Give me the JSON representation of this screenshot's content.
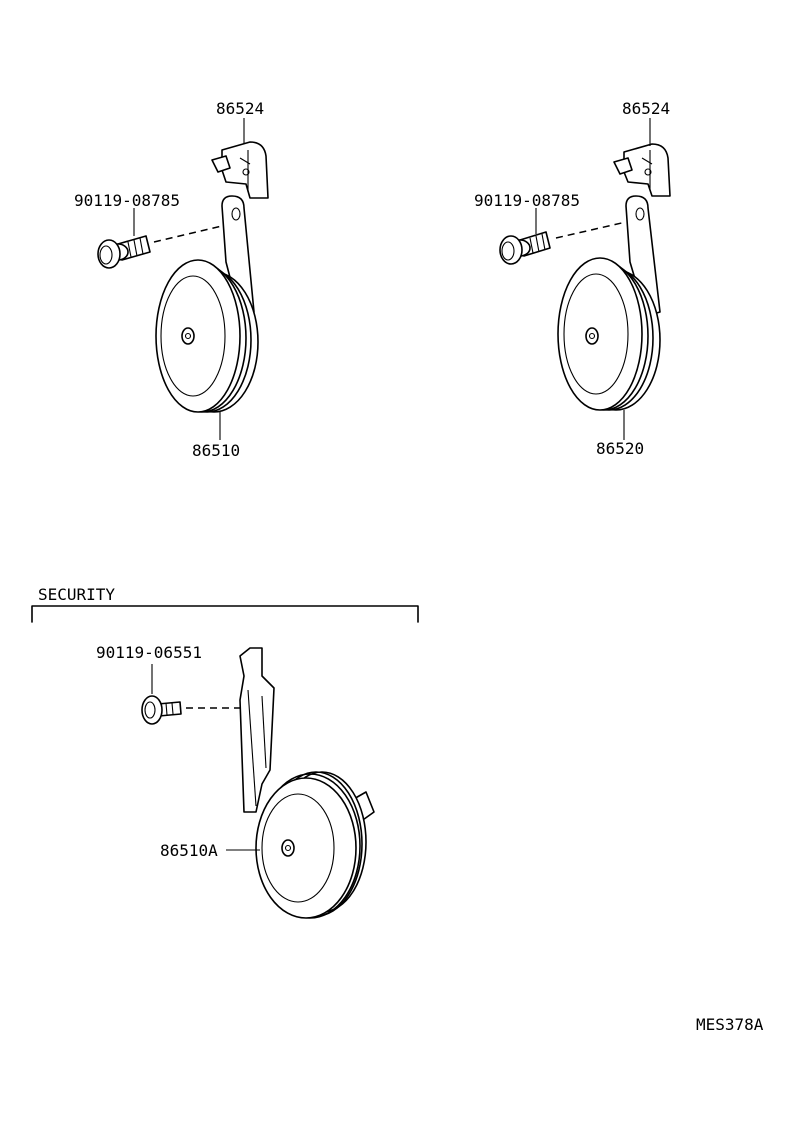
{
  "labels": {
    "group1_bracket": "86524",
    "group1_bolt": "90119-08785",
    "group1_horn": "86510",
    "group2_bracket": "86524",
    "group2_bolt": "90119-08785",
    "group2_horn": "86520",
    "security_title": "SECURITY",
    "security_bolt": "90119-06551",
    "security_horn": "86510A",
    "diagram_code": "MES378A"
  },
  "colors": {
    "ink": "#000000",
    "paper": "#ffffff"
  }
}
